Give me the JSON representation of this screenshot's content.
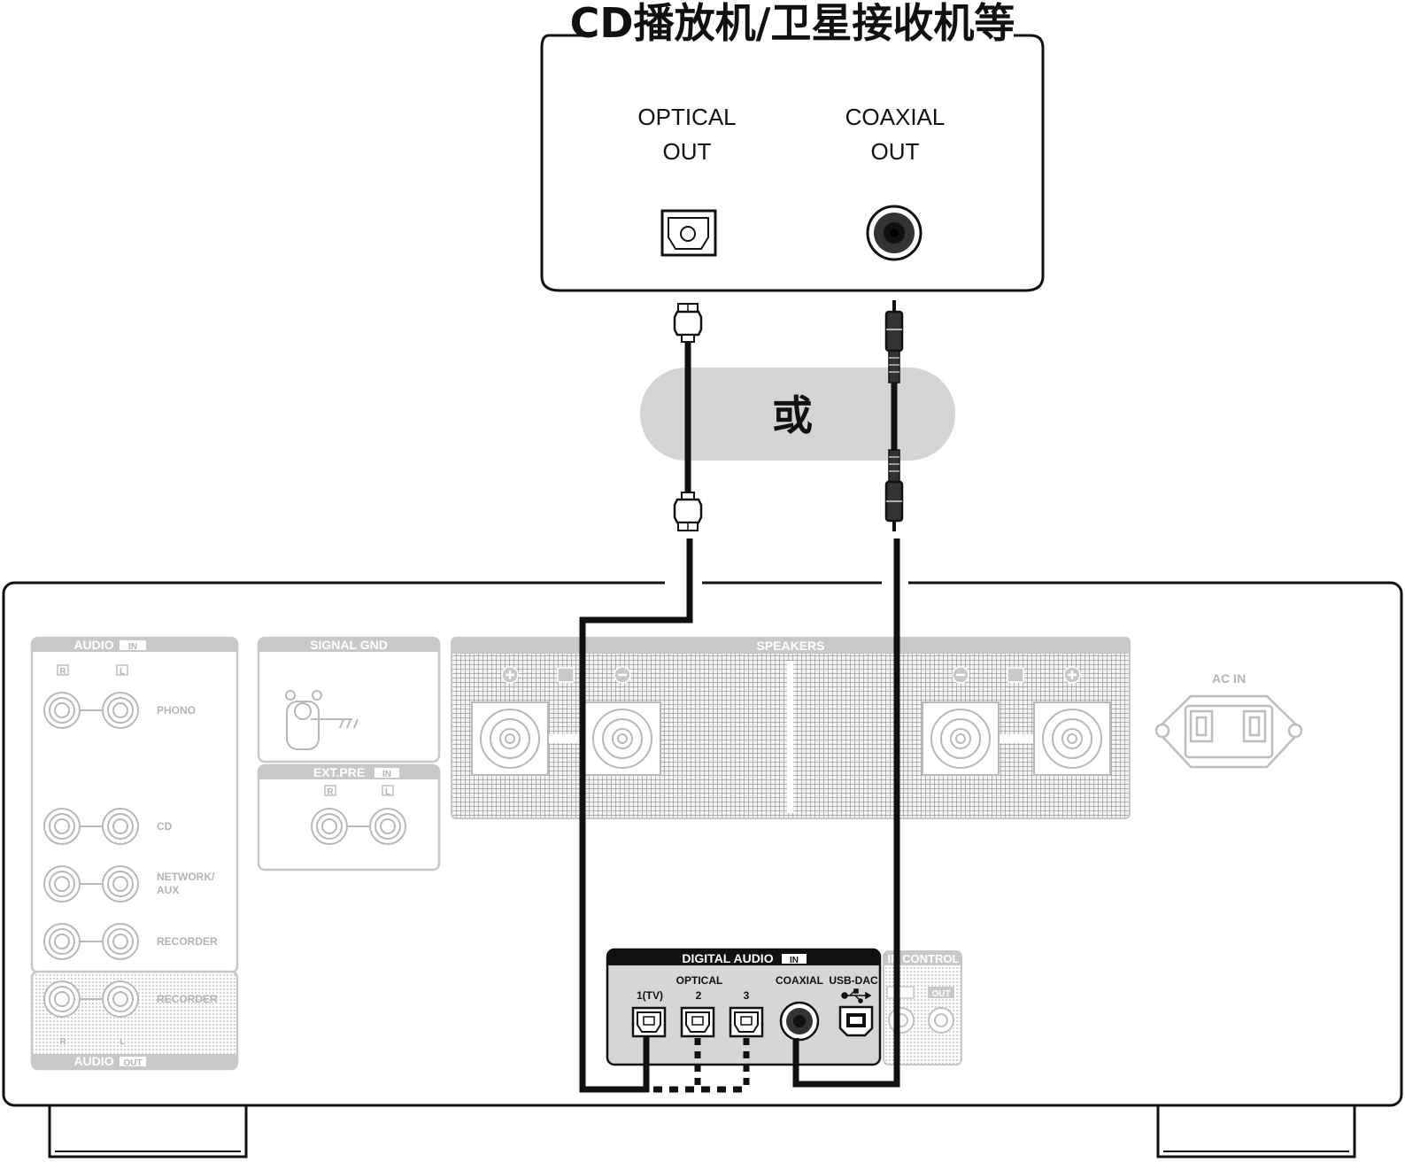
{
  "source_device": {
    "title": "CD播放机/卫星接收机等",
    "optical_line1": "OPTICAL",
    "optical_line2": "OUT",
    "coaxial_line1": "COAXIAL",
    "coaxial_line2": "OUT"
  },
  "or_label": "或",
  "rear_panel": {
    "audio_in_header": "AUDIO",
    "audio_in_badge": "IN",
    "channel_r": "R",
    "channel_l": "L",
    "phono": "PHONO",
    "cd": "CD",
    "network_line1": "NETWORK/",
    "network_line2": "AUX",
    "recorder_in": "RECORDER",
    "recorder_out": "RECORDER",
    "audio_out_header": "AUDIO",
    "audio_out_badge": "OUT",
    "signal_gnd": "SIGNAL GND",
    "ext_pre": "EXT.PRE",
    "ext_pre_badge": "IN",
    "speakers": "SPEAKERS",
    "ac_in": "AC IN",
    "ir_control": "IR CONTROL",
    "ir_out": "OUT"
  },
  "digital_audio": {
    "header": "DIGITAL AUDIO",
    "badge": "IN",
    "optical_group": "OPTICAL",
    "port1": "1(TV)",
    "port2": "2",
    "port3": "3",
    "coaxial": "COAXIAL",
    "usb_dac": "USB-DAC"
  }
}
